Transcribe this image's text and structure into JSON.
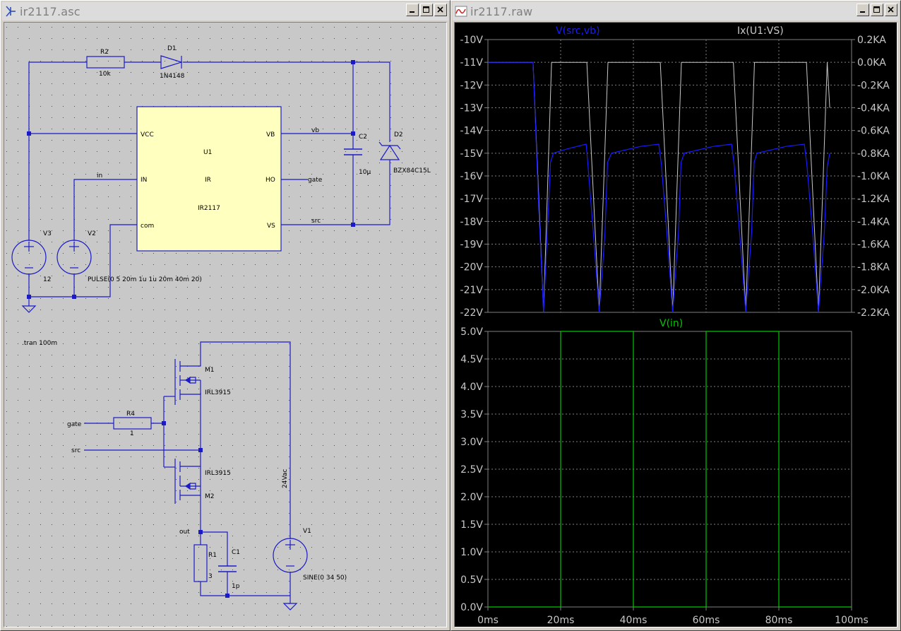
{
  "schematic_window": {
    "title": "ir2117.asc",
    "labels": {
      "r2_name": "R2",
      "r2_value": "10k",
      "d1_name": "D1",
      "d1_value": "1N4148",
      "u1_vcc": "VCC",
      "u1_vb": "VB",
      "u1_name": "U1",
      "u1_in": "IN",
      "u1_ir": "IR",
      "u1_ho": "HO",
      "u1_part": "IR2117",
      "u1_com": "com",
      "u1_vs": "VS",
      "net_vb": "vb",
      "net_in": "in",
      "net_gate": "gate",
      "net_src": "src",
      "c2_name": "C2",
      "c2_value": "10µ",
      "d2_name": "D2",
      "d2_value": "BZX84C15L",
      "v3_name": "V3",
      "v3_value": "12",
      "v2_name": "V2",
      "v2_value": "PULSE(0 5 20m 1u 1u 20m 40m 20)",
      "tran": ".tran 100m",
      "m1_name": "M1",
      "m1_value": "IRL3915",
      "m2_name": "M2",
      "m2_value": "IRL3915",
      "r4_name": "R4",
      "r4_value": "1",
      "gate_label": "gate",
      "src_label": "src",
      "out_label": "out",
      "r1_name": "R1",
      "r1_value": "3",
      "c1_name": "C1",
      "c1_value": "1p",
      "v1_name": "V1",
      "v1_value": "SINE(0 34 50)",
      "wire_label": "24Vac"
    }
  },
  "waveform_window": {
    "title": "ir2117.raw",
    "top_pane": {
      "trace1_name": "V(src,vb)",
      "trace2_name": "Ix(U1:VS)",
      "trace1_color": "#1a1aff",
      "trace2_color": "#c8c8c8",
      "left_ticks": [
        "-10V",
        "-11V",
        "-12V",
        "-13V",
        "-14V",
        "-15V",
        "-16V",
        "-17V",
        "-18V",
        "-19V",
        "-20V",
        "-21V",
        "-22V"
      ],
      "right_ticks": [
        "0.2KA",
        "0.0KA",
        "-0.2KA",
        "-0.4KA",
        "-0.6KA",
        "-0.8KA",
        "-1.0KA",
        "-1.2KA",
        "-1.4KA",
        "-1.6KA",
        "-1.8KA",
        "-2.0KA",
        "-2.2KA"
      ]
    },
    "bottom_pane": {
      "trace_name": "V(in)",
      "trace_color": "#00c800",
      "left_ticks": [
        "5.0V",
        "4.5V",
        "4.0V",
        "3.5V",
        "3.0V",
        "2.5V",
        "2.0V",
        "1.5V",
        "1.0V",
        "0.5V",
        "0.0V"
      ]
    },
    "x_ticks": [
      "0ms",
      "20ms",
      "40ms",
      "60ms",
      "80ms",
      "100ms"
    ]
  },
  "chart_data": [
    {
      "type": "line",
      "x_unit": "ms",
      "xlim": [
        0,
        100
      ],
      "ylim": [
        -22,
        -10
      ],
      "y2lim": [
        -2.2,
        0.2
      ],
      "series": [
        {
          "name": "V(src,vb)",
          "axis": "left",
          "color": "#1a1aff",
          "points": [
            [
              0,
              -11
            ],
            [
              12.4,
              -11
            ],
            [
              14,
              -17.5
            ],
            [
              15.3,
              -22
            ],
            [
              16.7,
              -17.2
            ],
            [
              17.2,
              -15.4
            ],
            [
              18,
              -15
            ],
            [
              22,
              -14.8
            ],
            [
              27,
              -14.6
            ],
            [
              27.5,
              -15.5
            ],
            [
              29,
              -18.5
            ],
            [
              30.6,
              -22
            ],
            [
              32.2,
              -18.5
            ],
            [
              32.9,
              -15.4
            ],
            [
              34,
              -15
            ],
            [
              42,
              -14.7
            ],
            [
              47,
              -14.6
            ],
            [
              47.7,
              -15.5
            ],
            [
              49.2,
              -18.5
            ],
            [
              50.8,
              -22
            ],
            [
              52.4,
              -18.5
            ],
            [
              53.1,
              -15.4
            ],
            [
              54,
              -15
            ],
            [
              62,
              -14.7
            ],
            [
              67,
              -14.6
            ],
            [
              67.7,
              -15.5
            ],
            [
              69.2,
              -18.5
            ],
            [
              70.9,
              -22
            ],
            [
              72.5,
              -18.5
            ],
            [
              73.2,
              -15.4
            ],
            [
              74,
              -15
            ],
            [
              82,
              -14.7
            ],
            [
              87,
              -14.6
            ],
            [
              87.7,
              -15.5
            ],
            [
              89.3,
              -18.5
            ],
            [
              90.9,
              -22
            ],
            [
              92.5,
              -18.5
            ],
            [
              93.3,
              -15.6
            ],
            [
              94,
              -15
            ]
          ]
        },
        {
          "name": "Ix(U1:VS)",
          "axis": "right",
          "color": "#c8c8c8",
          "points": [
            [
              0,
              0
            ],
            [
              12.4,
              0
            ],
            [
              15.3,
              -2.2
            ],
            [
              17.5,
              0
            ],
            [
              20,
              0
            ],
            [
              27.2,
              0
            ],
            [
              30.6,
              -2.2
            ],
            [
              33,
              0
            ],
            [
              40,
              0
            ],
            [
              47.4,
              0
            ],
            [
              50.8,
              -2.2
            ],
            [
              53.2,
              0
            ],
            [
              60,
              0
            ],
            [
              67.5,
              0
            ],
            [
              70.9,
              -2.2
            ],
            [
              73.3,
              0
            ],
            [
              80,
              0
            ],
            [
              87.6,
              0
            ],
            [
              90.9,
              -2.2
            ],
            [
              93.3,
              0
            ],
            [
              94,
              -0.4
            ]
          ]
        }
      ]
    },
    {
      "type": "line",
      "x_unit": "ms",
      "xlim": [
        0,
        100
      ],
      "ylim": [
        0,
        5
      ],
      "series": [
        {
          "name": "V(in)",
          "color": "#00c800",
          "points": [
            [
              0,
              0
            ],
            [
              20,
              0
            ],
            [
              20,
              5
            ],
            [
              40,
              5
            ],
            [
              40,
              0
            ],
            [
              60,
              0
            ],
            [
              60,
              5
            ],
            [
              80,
              5
            ],
            [
              80,
              0
            ],
            [
              100,
              0
            ]
          ]
        }
      ]
    }
  ]
}
